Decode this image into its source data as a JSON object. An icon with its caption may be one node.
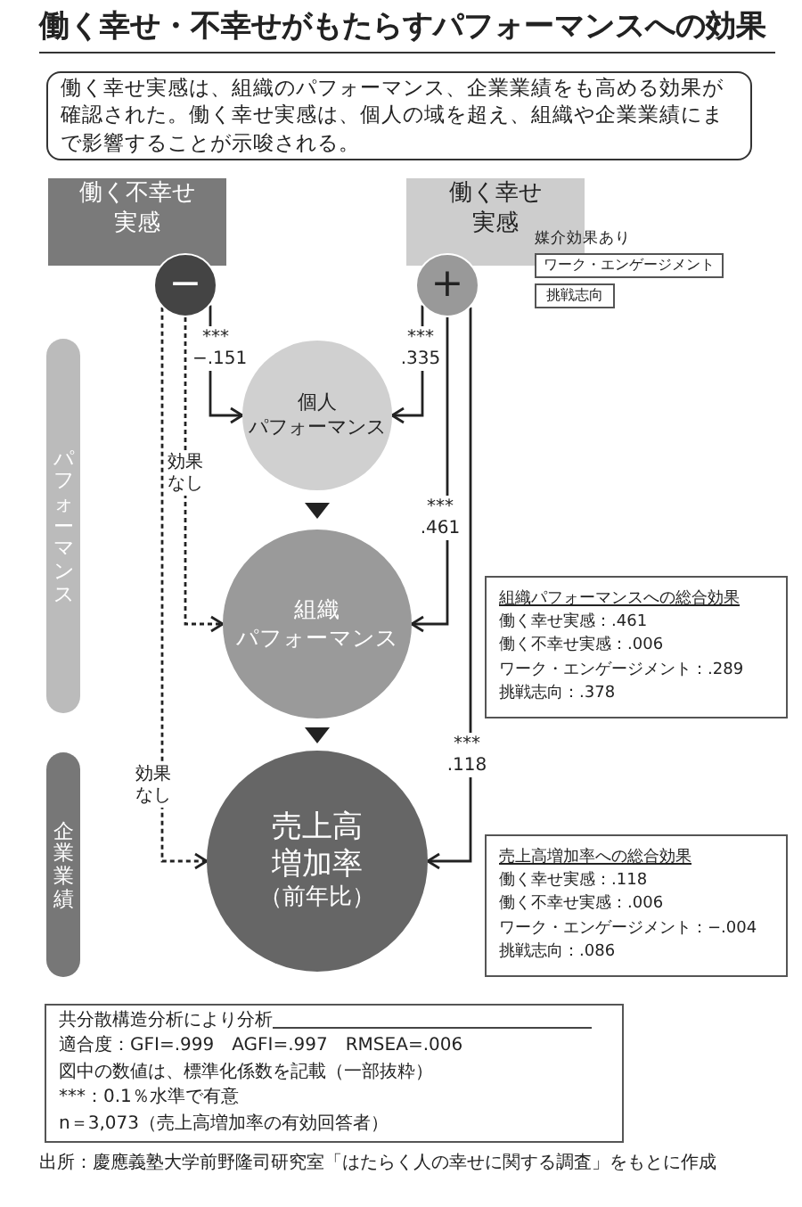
{
  "diagram": {
    "title": "働く幸せ・不幸せがもたらすパフォーマンスへの効果",
    "nodes": [
      {
        "text": [
          "働く幸せ実感は、組織のパフォーマンス、企業業績をも高める効果が確認された。働く幸せ実感は、個人の域を超え、組織や企業業績にまで影響することが示唆される。"
        ]
      },
      {
        "text": [
          "働く不幸せ実感"
        ]
      },
      {
        "text": [
          "−"
        ]
      },
      {
        "text": [
          "働く幸せ実感"
        ]
      },
      {
        "text": [
          "+"
        ]
      },
      {
        "text": [
          "ワーク・エンゲージメント"
        ]
      },
      {
        "text": [
          "挑戦志向"
        ]
      },
      {
        "text": [
          "個人",
          "パフォーマンス"
        ]
      },
      {
        "text": [
          "パフォーマンス"
        ]
      },
      {
        "text": [
          "組織",
          "パフォーマンス"
        ]
      },
      {
        "text": [
          "組織パフォーマンスへの総合効果",
          "働く幸せ実感：.461",
          "働く不幸せ実感：.006",
          "ワーク・エンゲージメント：.289",
          "挑戦志向：.378"
        ]
      },
      {
        "text": [
          "企業業績"
        ]
      },
      {
        "text": [
          "売上高増加率",
          "（前年比）"
        ]
      },
      {
        "text": [
          "売上高増加率への総合効果",
          "働く幸せ実感：.118",
          "働く不幸せ実感：.006",
          "ワーク・エンゲージメント：−.004",
          "挑戦志向：.086"
        ]
      },
      {
        "text": [
          "共分散構造分析により分析",
          "適合度：GFI=.999　AGFI=.997　RMSEA=.006",
          "図中の数値は、標準化係数を記載（一部抜粋）",
          "***：0.1％水準で有意",
          "n＝3,073（売上高増加率の有効回答者）"
        ]
      }
    ],
    "edges": [
      {
        "from": 2,
        "to": 7,
        "arrow": "to",
        "label": "*** −.151"
      },
      {
        "from": 4,
        "to": 7,
        "arrow": "to",
        "label": "*** .335"
      },
      {
        "from": 4,
        "to": 9,
        "arrow": "to",
        "label": "*** .461"
      },
      {
        "from": 4,
        "to": 12,
        "arrow": "to",
        "label": "*** .118"
      },
      {
        "from": 2,
        "to": 9,
        "arrow": "to",
        "label": "効果なし",
        "style": "dashed"
      },
      {
        "from": 2,
        "to": 12,
        "arrow": "to",
        "label": "効果なし",
        "style": "dashed"
      },
      {
        "from": 7,
        "to": 9,
        "arrow": "to"
      },
      {
        "from": 9,
        "to": 12,
        "arrow": "to"
      }
    ],
    "labels": [
      "媒介効果あり"
    ],
    "caption": "出所：慶應義塾大学前野隆司研究室「はたらく人の幸せに関する調査」をもとに作成"
  }
}
